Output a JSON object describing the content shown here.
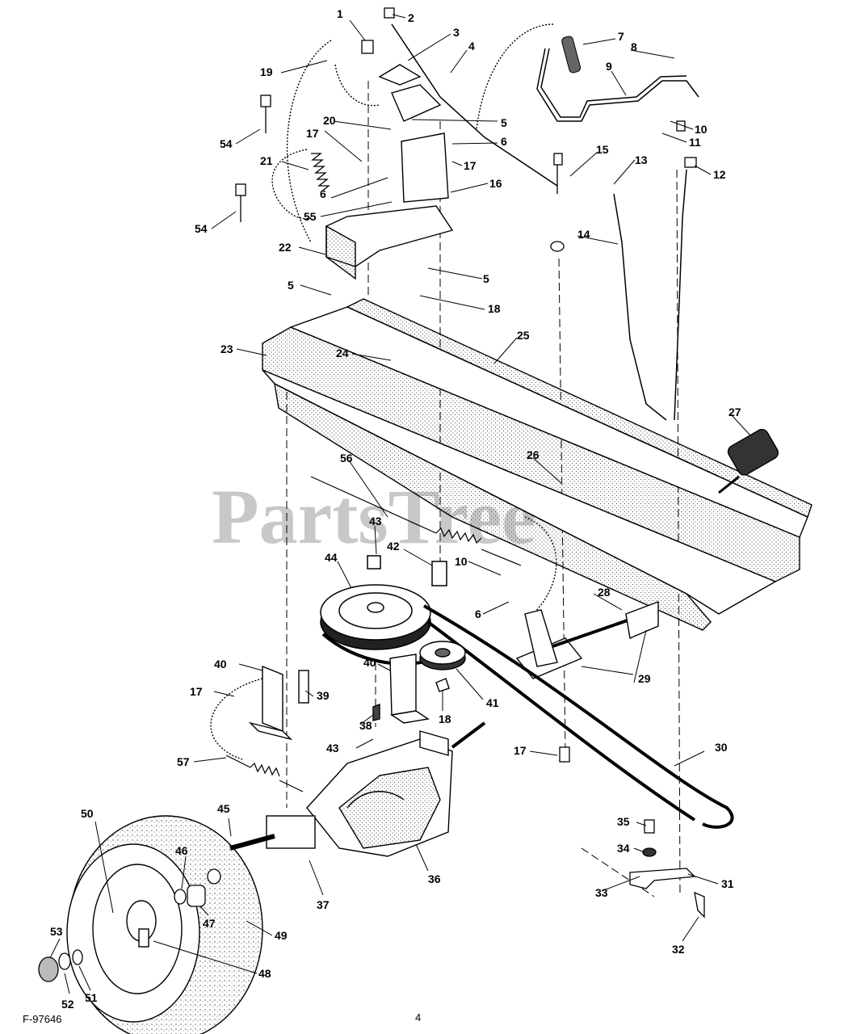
{
  "watermark": "PartsTree",
  "figure_code": "F-97646",
  "page_number": "4",
  "callouts": [
    "1",
    "2",
    "3",
    "4",
    "5",
    "5",
    "5",
    "5",
    "6",
    "6",
    "6",
    "7",
    "8",
    "9",
    "10",
    "10",
    "11",
    "12",
    "13",
    "14",
    "15",
    "16",
    "17",
    "17",
    "17",
    "17",
    "18",
    "18",
    "19",
    "20",
    "21",
    "22",
    "23",
    "24",
    "25",
    "26",
    "27",
    "28",
    "29",
    "30",
    "31",
    "32",
    "33",
    "34",
    "35",
    "36",
    "37",
    "38",
    "39",
    "40",
    "40",
    "41",
    "42",
    "43",
    "43",
    "44",
    "45",
    "46",
    "47",
    "48",
    "49",
    "50",
    "51",
    "52",
    "53",
    "54",
    "54",
    "55",
    "56",
    "57"
  ]
}
